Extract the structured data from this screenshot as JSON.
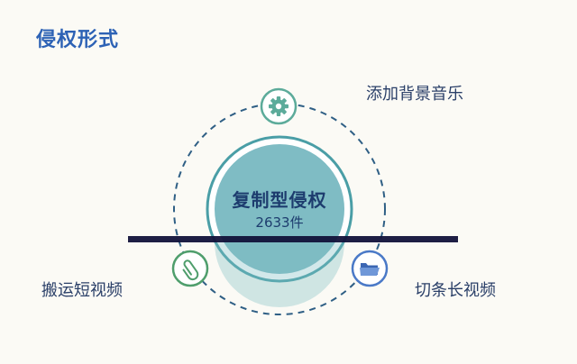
{
  "page": {
    "title": "侵权形式"
  },
  "center": {
    "title": "复制型侵权",
    "count": "2633件"
  },
  "nodes": [
    {
      "label": "添加背景音乐",
      "icon": "gear-icon",
      "color": "#5cab9a"
    },
    {
      "label": "搬运短视频",
      "icon": "paperclip-icon",
      "color": "#4f9e6c"
    },
    {
      "label": "切条长视频",
      "icon": "folder-icon",
      "color": "#4a79c7"
    }
  ],
  "colors": {
    "title": "#2d62b5",
    "circle_fill": "#7fbcc4",
    "circle_border": "#4a9ea6",
    "dashed_ring": "#2f5f85",
    "bar": "#12123a"
  }
}
